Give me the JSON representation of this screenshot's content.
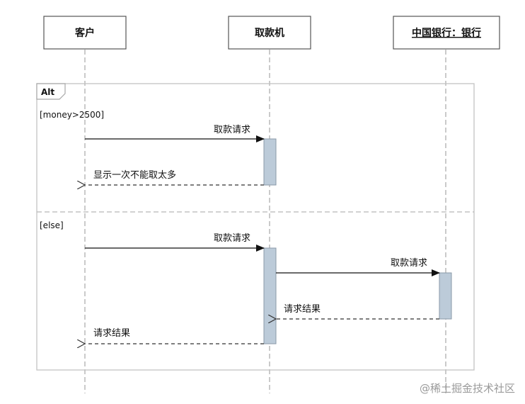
{
  "participants": {
    "customer": "客户",
    "atm": "取款机",
    "bank": "中国银行：银行"
  },
  "fragment": {
    "operator": "Alt",
    "guard_1": "[money>2500]",
    "guard_2": "[else]"
  },
  "messages": {
    "m1": "取款请求",
    "m2": "显示一次不能取太多",
    "m3": "取款请求",
    "m4": "取款请求",
    "m5": "请求结果",
    "m6": "请求结果"
  },
  "watermark": "@稀土掘金技术社区"
}
